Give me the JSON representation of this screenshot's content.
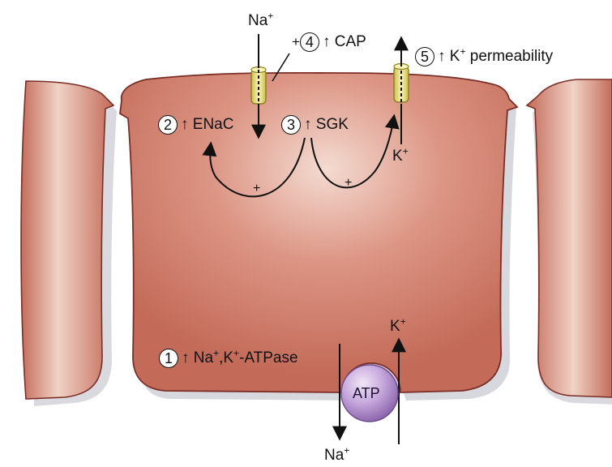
{
  "labels": {
    "na_top": "Na",
    "na_top_charge": "+",
    "step4_prefix": "+",
    "step4_num": "4",
    "step4_text": "↑ CAP",
    "step5_num": "5",
    "step5_text_a": "↑ K",
    "step5_charge": "+",
    "step5_text_b": " permeability",
    "step2_num": "2",
    "step2_text": "↑ ENaC",
    "step3_num": "3",
    "step3_text": "↑ SGK",
    "k_apical": "K",
    "k_apical_charge": "+",
    "plus_left": "+",
    "plus_right": "+",
    "k_basal": "K",
    "k_basal_charge": "+",
    "step1_num": "1",
    "step1_text_a": "↑ Na",
    "step1_charge1": "+",
    "step1_text_b": ",K",
    "step1_charge2": "+",
    "step1_text_c": "-ATPase",
    "atp": "ATP",
    "na_bottom": "Na",
    "na_bottom_charge": "+"
  },
  "colors": {
    "cell_fill": "#c86e5c",
    "cell_stroke": "#7a2e25",
    "cell_highlight": "#f3d9ce",
    "channel_fill": "#f2e88c",
    "channel_stroke": "#8c7f22",
    "atp_fill": "#b494cf",
    "arrow": "#111111"
  },
  "icons": {
    "enac_channel": "ion-channel-icon",
    "k_channel": "ion-channel-icon",
    "pump": "atpase-pump-icon"
  }
}
